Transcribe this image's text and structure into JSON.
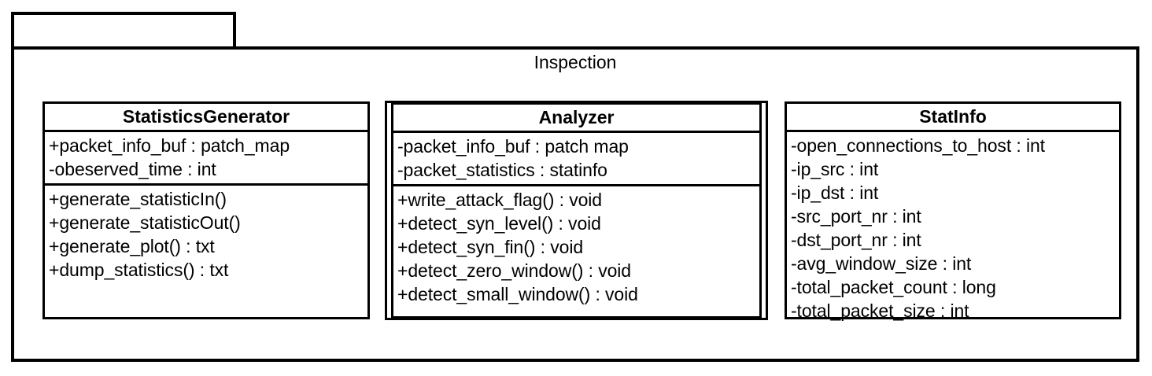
{
  "diagram": {
    "type": "uml-class-diagram",
    "package": {
      "name": "Inspection"
    },
    "classes": [
      {
        "id": "statistics-generator",
        "name": "StatisticsGenerator",
        "attributes": [
          "+packet_info_buf : patch_map",
          "-obeserved_time : int"
        ],
        "operations": [
          "+generate_statisticIn()",
          "+generate_statisticOut()",
          "+generate_plot() : txt",
          "+dump_statistics() : txt"
        ]
      },
      {
        "id": "analyzer",
        "name": "Analyzer",
        "attributes": [
          "-packet_info_buf : patch map",
          "-packet_statistics : statinfo"
        ],
        "operations": [
          "+write_attack_flag() : void",
          "+detect_syn_level() : void",
          "+detect_syn_fin() : void",
          "+detect_zero_window() : void",
          "+detect_small_window() : void"
        ]
      },
      {
        "id": "stat-info",
        "name": "StatInfo",
        "attributes": [
          "-open_connections_to_host : int",
          "-ip_src : int",
          "-ip_dst : int",
          "-src_port_nr : int",
          "-dst_port_nr : int",
          "-avg_window_size : int",
          "-total_packet_count : long",
          "-total_packet_size : int"
        ],
        "operations": []
      }
    ],
    "colors": {
      "background": "#ffffff",
      "line": "#000000",
      "text": "#000000"
    }
  }
}
